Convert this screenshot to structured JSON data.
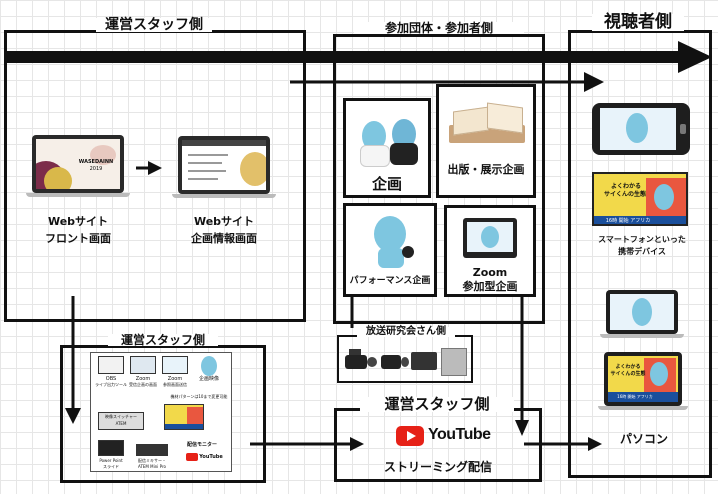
{
  "groups": {
    "staff": "運営スタッフ側",
    "participants": "参加団体・参加者側",
    "viewers": "視聴者側",
    "staff2": "運営スタッフ側",
    "broadcast": "放送研究会さん側",
    "staff3": "運営スタッフ側"
  },
  "web": {
    "front": [
      "Webサイト",
      "フロント画面"
    ],
    "project": [
      "Webサイト",
      "企画情報画面"
    ],
    "laptop_title": [
      "WASEDAINN",
      "2019"
    ]
  },
  "projects": {
    "kikaku": "企画",
    "publish": "出版・展示企画",
    "performance": "パフォーマンス企画",
    "zoom": [
      "Zoom",
      "参加型企画"
    ]
  },
  "devices": {
    "mobile": [
      "スマートフォンといった",
      "携帯デバイス"
    ],
    "pc": "パソコン",
    "banner": [
      "よくわかる",
      "サイくんの生態"
    ],
    "banner_footer": "16時 開始 アフリカ"
  },
  "streaming": {
    "youtube": "YouTube",
    "label": "ストリーミング配信"
  },
  "ops": {
    "row1": [
      "OBS",
      "Zoom",
      "Zoom",
      "企画映像"
    ],
    "row1b": [
      "ライブ出力ツール",
      "受信企画の画面",
      "参照画面送信",
      ""
    ],
    "switch_note": "機材パターンは10まで変更可能",
    "switcher": [
      "映像スイッチャー",
      "ATEM"
    ],
    "pc_cam": [
      "Power Point",
      "スライド"
    ],
    "mixer": [
      "配信ミキサー・",
      "ATEM Mini Pro"
    ],
    "monitor": "配信モニター"
  }
}
